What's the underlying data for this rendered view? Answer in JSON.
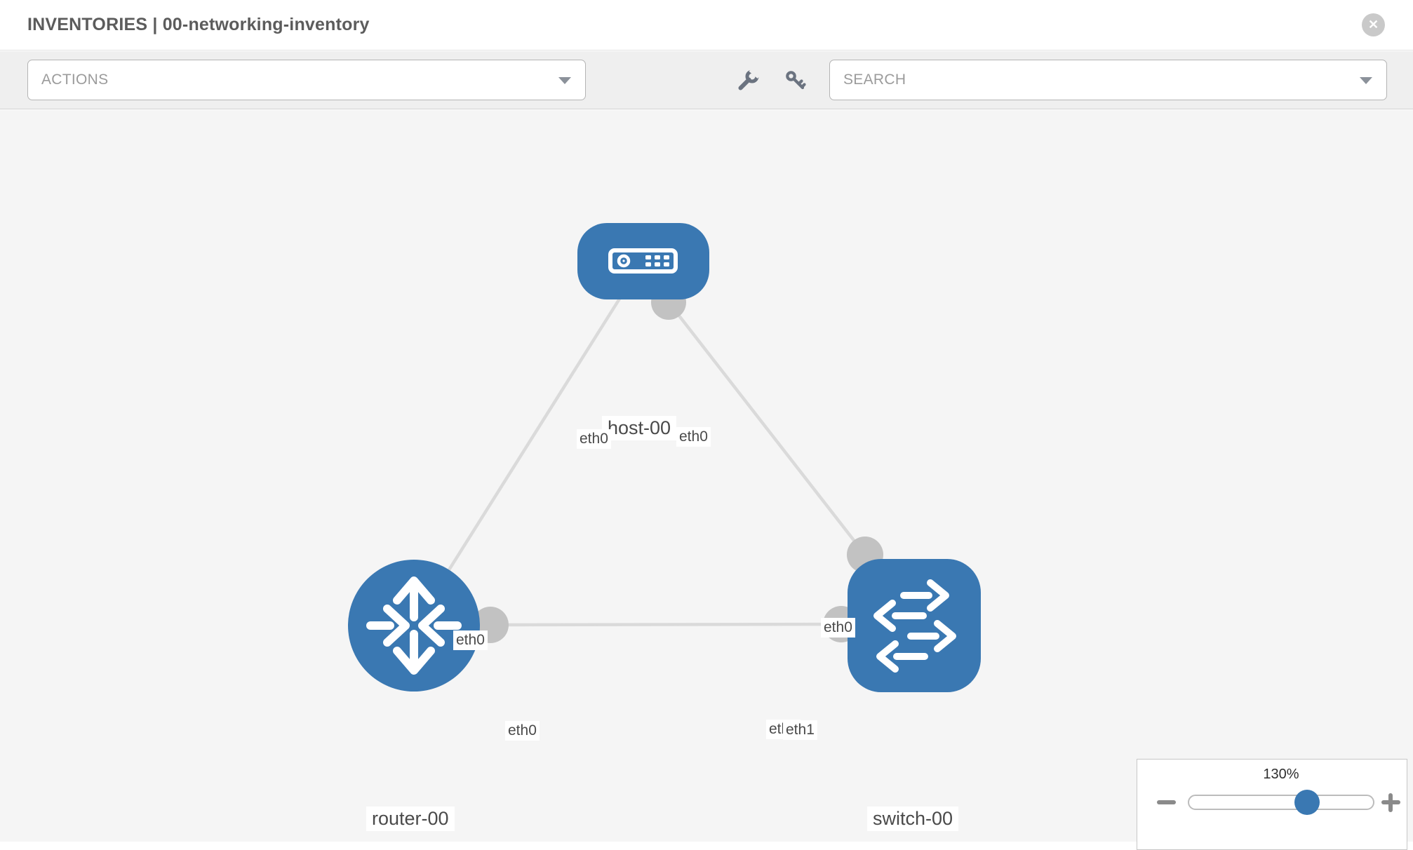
{
  "header": {
    "title": "INVENTORIES | 00-networking-inventory",
    "close_icon": "x-circle-icon"
  },
  "toolbar": {
    "actions_label": "ACTIONS",
    "tool_icons": [
      "wrench-icon",
      "key-icon"
    ],
    "search_placeholder": "SEARCH"
  },
  "topology": {
    "nodes": [
      {
        "label": "host-00",
        "type": "host",
        "icon": "server-icon"
      },
      {
        "label": "router-00",
        "type": "router",
        "icon": "router-arrows-icon"
      },
      {
        "label": "switch-00",
        "type": "switch",
        "icon": "switch-arrows-icon"
      }
    ],
    "links": [
      {
        "source": "host-00",
        "target": "router-00",
        "source_interface": "eth0",
        "target_interface": "eth0"
      },
      {
        "source": "host-00",
        "target": "switch-00",
        "source_interface": "eth0",
        "target_interface": "eth0"
      },
      {
        "source": "router-00",
        "target": "switch-00",
        "source_interface": "eth0",
        "target_interface": "eth1"
      }
    ],
    "occluded_interface_label": "eth0"
  },
  "zoom_control": {
    "value": "130%",
    "minus_icon": "minus-icon",
    "plus_icon": "plus-icon"
  },
  "colors": {
    "node_blue": "#3a78b2",
    "link_gray": "#dadada",
    "port_gray": "#c2c2c2",
    "canvas_bg": "#f5f5f5"
  }
}
